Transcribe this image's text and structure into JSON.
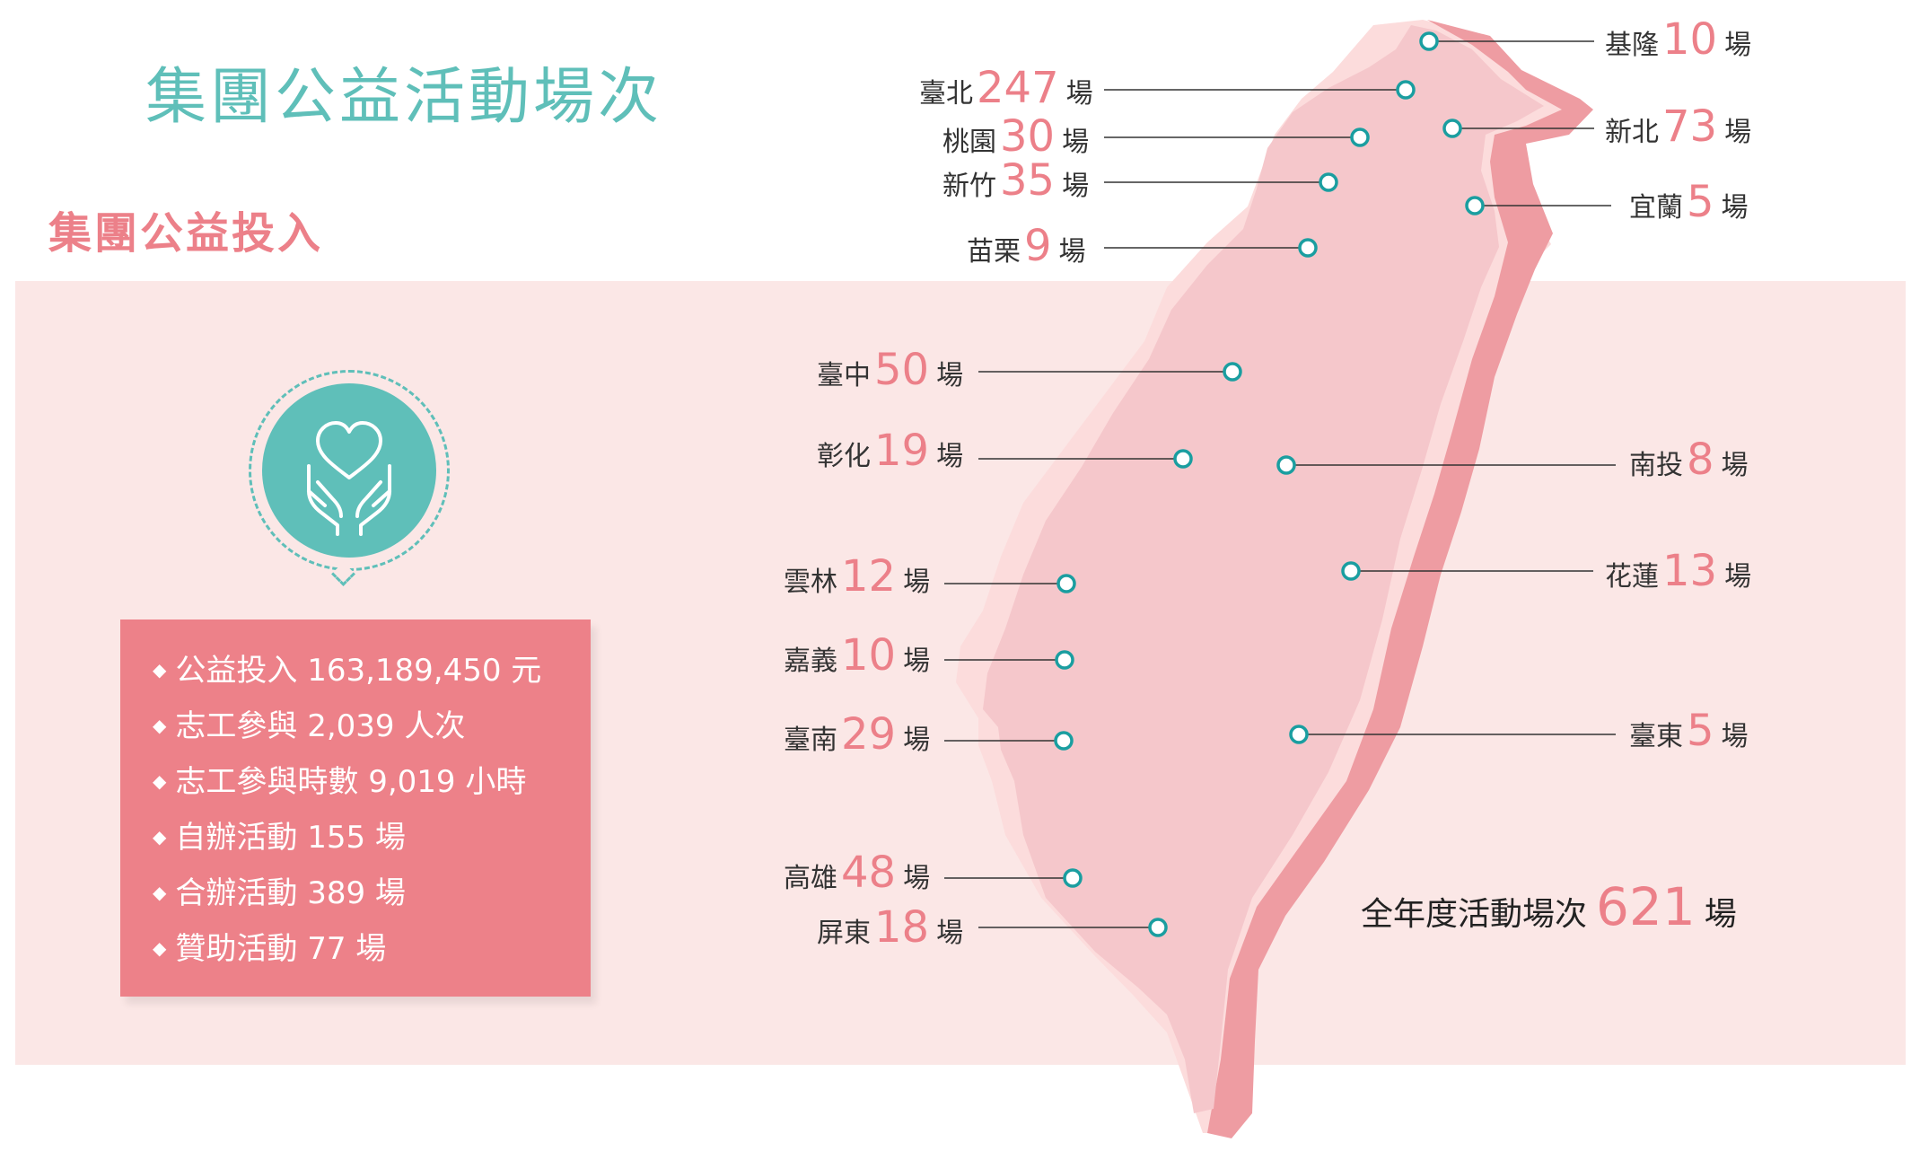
{
  "title": "集團公益活動場次",
  "subtitle": "集團公益投入",
  "icon": "heart-in-hands-icon",
  "colors": {
    "teal": "#5fbfb9",
    "pink": "#ec8089",
    "band": "#fbe7e6",
    "map": "#f5c7cb"
  },
  "stats": [
    {
      "text": "公益投入 163,189,450 元"
    },
    {
      "text": "志工參與 2,039 人次"
    },
    {
      "text": "志工參與時數 9,019 小時"
    },
    {
      "text": "自辦活動 155 場"
    },
    {
      "text": "合辦活動 389 場"
    },
    {
      "text": "贊助活動 77 場"
    }
  ],
  "bullet": "◆",
  "unit": "場",
  "regions": [
    {
      "name": "基隆",
      "count": "10"
    },
    {
      "name": "臺北",
      "count": "247"
    },
    {
      "name": "桃園",
      "count": "30"
    },
    {
      "name": "新北",
      "count": "73"
    },
    {
      "name": "新竹",
      "count": "35"
    },
    {
      "name": "宜蘭",
      "count": "5"
    },
    {
      "name": "苗栗",
      "count": "9"
    },
    {
      "name": "臺中",
      "count": "50"
    },
    {
      "name": "彰化",
      "count": "19"
    },
    {
      "name": "南投",
      "count": "8"
    },
    {
      "name": "雲林",
      "count": "12"
    },
    {
      "name": "花蓮",
      "count": "13"
    },
    {
      "name": "嘉義",
      "count": "10"
    },
    {
      "name": "臺南",
      "count": "29"
    },
    {
      "name": "臺東",
      "count": "5"
    },
    {
      "name": "高雄",
      "count": "48"
    },
    {
      "name": "屏東",
      "count": "18"
    }
  ],
  "total": {
    "label": "全年度活動場次",
    "count": "621",
    "unit": "場"
  }
}
